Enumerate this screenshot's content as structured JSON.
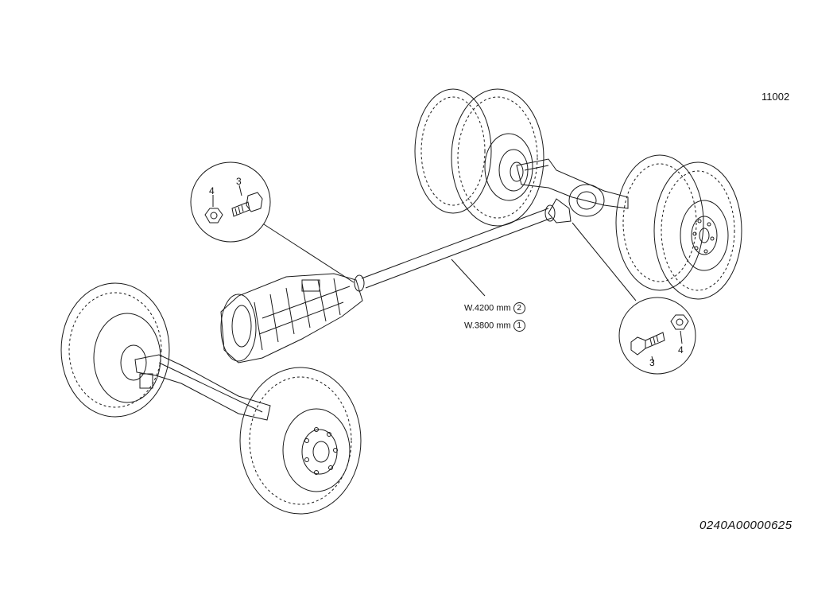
{
  "page_number": "11002",
  "drawing_code": "0240A00000625",
  "propeller_shaft_lengths": [
    {
      "text": "W.4200 mm",
      "ref": "2"
    },
    {
      "text": "W.3800 mm",
      "ref": "1"
    }
  ],
  "detail_left": {
    "nut_ref": "4",
    "bolt_ref": "3"
  },
  "detail_right": {
    "bolt_ref": "3",
    "nut_ref": "4"
  }
}
